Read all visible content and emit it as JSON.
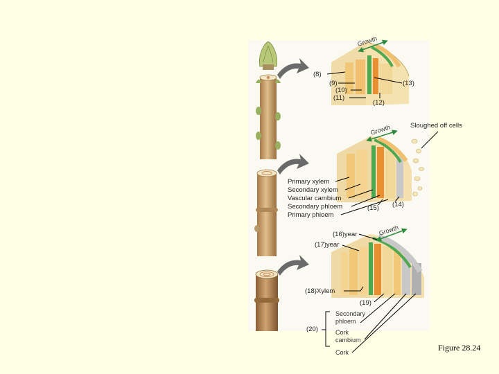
{
  "labels": {
    "n8": "(8)",
    "n9": "(9)",
    "n10": "(10)",
    "n11": "(11)",
    "n12": "(12)",
    "n13": "(13)",
    "n14": "(14)",
    "n15": "(15)",
    "n16": "(16)year",
    "n17": "(17)year",
    "n18": "(18)Xylem",
    "n19": "(19)",
    "n20": "(20)",
    "sloughed": "Sloughed off cells",
    "primary_xylem": "Primary xylem",
    "secondary_xylem": "Secondary xylem",
    "vascular_cambium": "Vascular cambium",
    "secondary_phloem": "Secondary phloem",
    "primary_phloem": "Primary phloem",
    "sec_phloem_1": "Secondary",
    "sec_phloem_2": "phloem",
    "cork_cambium_1": "Cork",
    "cork_cambium_2": "cambium",
    "cork": "Cork",
    "growth": "Growth"
  },
  "caption": "Figure 28.24",
  "colors": {
    "background": "#ffffe5",
    "panel": "#fbfaf2",
    "stem": "#c8a070",
    "xylem_ring": "#f0c070",
    "cambium": "#4fa84f",
    "phloem": "#e89030",
    "cork": "#b8b8b8",
    "arrow": "#555555"
  }
}
